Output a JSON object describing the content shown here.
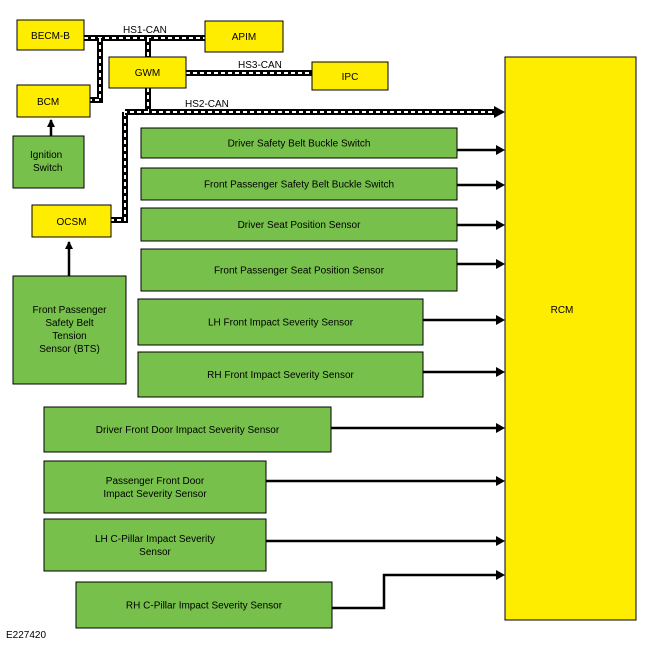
{
  "figure_id": "E227420",
  "colors": {
    "yellow_module": "#ffed00",
    "green_sensor": "#77c04b",
    "line": "#000000"
  },
  "buses": {
    "hs1": "HS1-CAN",
    "hs2": "HS2-CAN",
    "hs3": "HS3-CAN"
  },
  "modules": {
    "becm": "BECM-B",
    "apim": "APIM",
    "gwm": "GWM",
    "ipc": "IPC",
    "bcm": "BCM",
    "ignition": [
      "Ignition",
      "Switch"
    ],
    "ocsm": "OCSM",
    "bts": [
      "Front Passenger",
      "Safety Belt",
      "Tension",
      "Sensor (BTS)"
    ],
    "rcm": "RCM"
  },
  "sensors": [
    [
      "Driver Safety Belt Buckle Switch"
    ],
    [
      "Front Passenger Safety Belt Buckle Switch"
    ],
    [
      "Driver Seat Position Sensor"
    ],
    [
      "Front Passenger Seat Position Sensor"
    ],
    [
      "LH Front Impact Severity Sensor"
    ],
    [
      "RH Front Impact Severity Sensor"
    ],
    [
      "Driver Front Door Impact Severity Sensor"
    ],
    [
      "Passenger Front Door",
      "Impact Severity Sensor"
    ],
    [
      "LH C-Pillar Impact Severity",
      "Sensor"
    ],
    [
      "RH C-Pillar Impact Severity Sensor"
    ]
  ]
}
